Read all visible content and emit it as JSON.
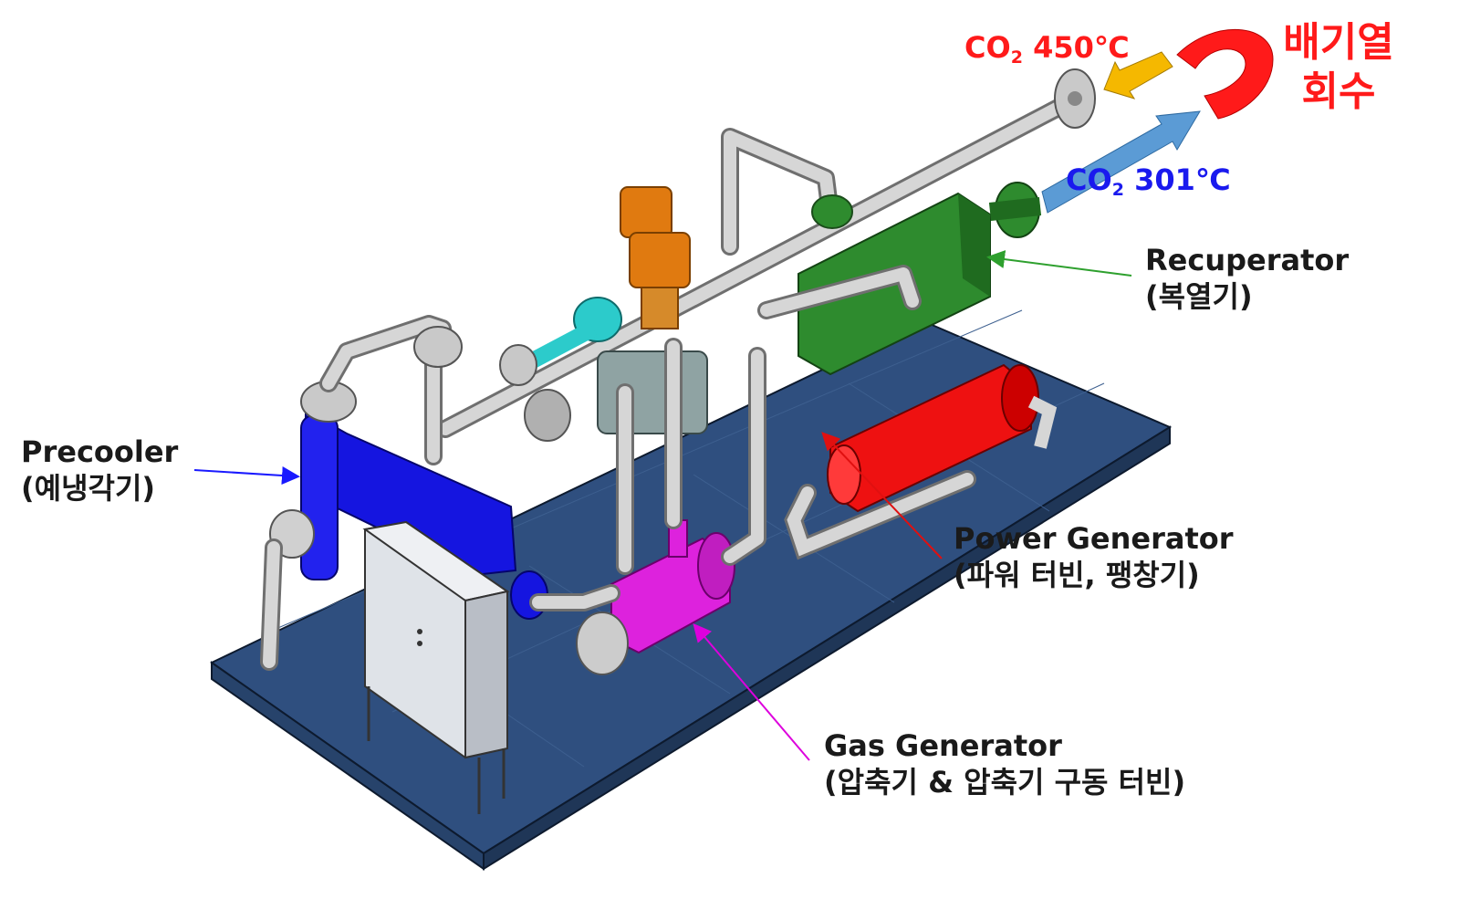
{
  "labels": {
    "precooler": {
      "name": "Precooler",
      "korean": "(예냉각기)",
      "color": "#1a1aff"
    },
    "recuperator": {
      "name": "Recuperator",
      "korean": "(복열기)",
      "color": "#2ea02e"
    },
    "power_generator": {
      "name": "Power Generator",
      "korean": "(파워 터빈, 팽창기)",
      "color": "#e01010"
    },
    "gas_generator": {
      "name": "Gas Generator",
      "korean": "(압축기 & 압축기 구동 터빈)",
      "color": "#dd00dd"
    }
  },
  "flows": {
    "outlet": {
      "prefix": "CO",
      "sub": "2",
      "temp": "450℃",
      "color": "#ff1a1a",
      "arrow_color": "#f5b800"
    },
    "inlet": {
      "prefix": "CO",
      "sub": "2",
      "temp": "301℃",
      "color": "#1a1aee",
      "arrow_color": "#5b9bd5"
    }
  },
  "heat_recovery": {
    "line1": "배기열",
    "line2": "회수",
    "color": "#ff1a1a"
  },
  "colors": {
    "skid": "#2f4f7f",
    "pipe": "#c8c8c8",
    "precooler_body": "#1515e0",
    "recuperator_body": "#2e8b2e",
    "power_gen_body": "#ee1111",
    "gas_gen_body": "#dd22dd",
    "valve_actuator": "#e07a10",
    "cabinet": "#d9dde3"
  }
}
